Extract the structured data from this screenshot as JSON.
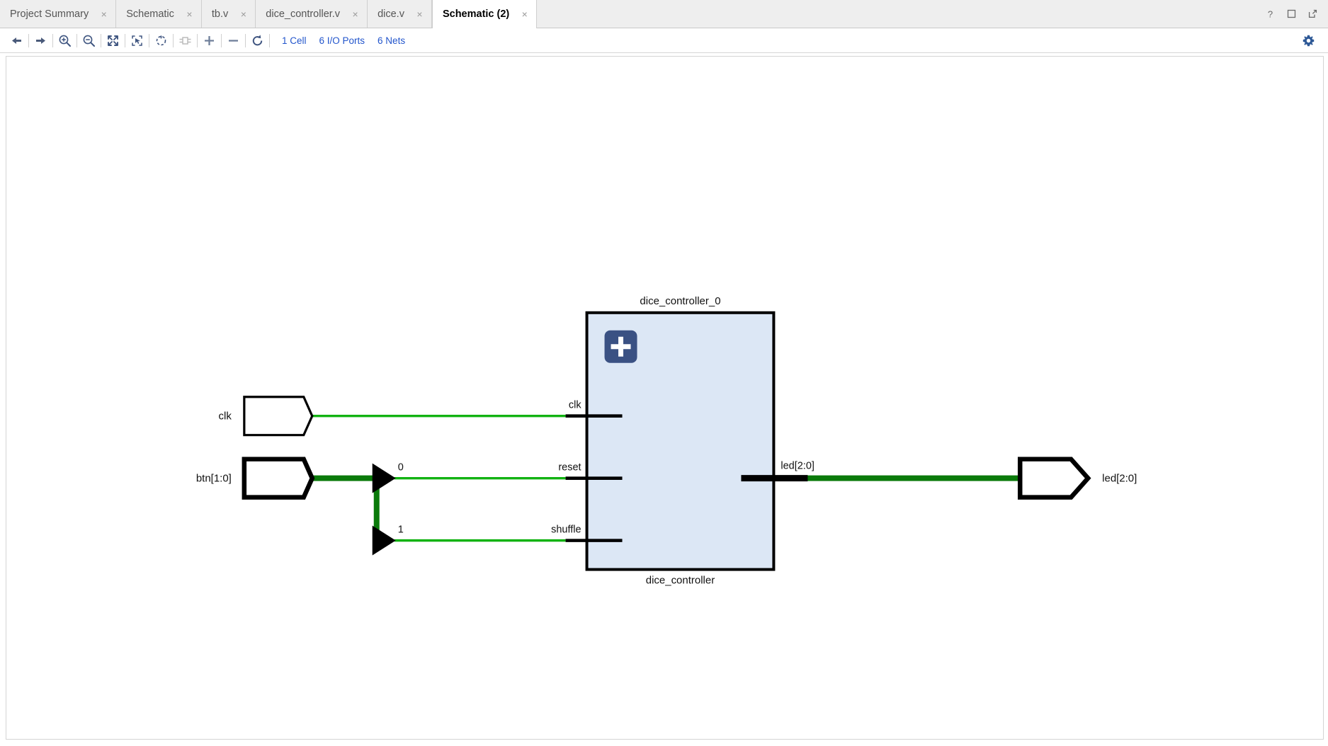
{
  "window": {
    "buttons": [
      {
        "name": "help-icon",
        "glyph": "?"
      },
      {
        "name": "maximize-icon",
        "glyph": "□"
      },
      {
        "name": "float-icon",
        "glyph": "⇱"
      }
    ]
  },
  "tabbar": {
    "tabs": [
      {
        "label": "Project Summary",
        "active": false,
        "close": "×"
      },
      {
        "label": "Schematic",
        "active": false,
        "close": "×"
      },
      {
        "label": "tb.v",
        "active": false,
        "close": "×"
      },
      {
        "label": "dice_controller.v",
        "active": false,
        "close": "×"
      },
      {
        "label": "dice.v",
        "active": false,
        "close": "×"
      },
      {
        "label": "Schematic (2)",
        "active": true,
        "close": "×"
      }
    ]
  },
  "toolbar": {
    "buttons": [
      {
        "name": "back-button",
        "icon": "arrow-left-icon",
        "enabled": true
      },
      {
        "name": "forward-button",
        "icon": "arrow-right-icon",
        "enabled": true
      },
      {
        "name": "zoom-in-button",
        "icon": "zoom-in-icon",
        "enabled": true
      },
      {
        "name": "zoom-out-button",
        "icon": "zoom-out-icon",
        "enabled": true
      },
      {
        "name": "zoom-fit-button",
        "icon": "zoom-fit-icon",
        "enabled": true
      },
      {
        "name": "zoom-area-button",
        "icon": "zoom-area-icon",
        "enabled": true
      },
      {
        "name": "regenerate-button",
        "icon": "refresh-circle-icon",
        "enabled": true
      },
      {
        "name": "expand-cell-button",
        "icon": "cell-icon",
        "enabled": false
      },
      {
        "name": "add-button",
        "icon": "plus-icon",
        "enabled": true
      },
      {
        "name": "remove-button",
        "icon": "minus-icon",
        "enabled": true
      },
      {
        "name": "reload-button",
        "icon": "reload-icon",
        "enabled": true
      }
    ],
    "stats": [
      {
        "label": "1 Cell",
        "name": "cells-link"
      },
      {
        "label": "6 I/O Ports",
        "name": "io-ports-link"
      },
      {
        "label": "6 Nets",
        "name": "nets-link"
      }
    ],
    "settings": {
      "label": "",
      "name": "settings-gear-icon"
    }
  },
  "schematic": {
    "cell": {
      "instance_name": "dice_controller_0",
      "module_name": "dice_controller",
      "expand_glyph": "+",
      "fill": "#dce7f5",
      "stroke": "#000000"
    },
    "input_ports": [
      {
        "label": "clk",
        "bus": false
      },
      {
        "label": "btn[1:0]",
        "bus": true
      }
    ],
    "output_ports": [
      {
        "label": "led[2:0]",
        "bus": true
      }
    ],
    "cell_pins_left": [
      {
        "label": "clk"
      },
      {
        "label": "reset"
      },
      {
        "label": "shuffle"
      }
    ],
    "cell_pins_right": [
      {
        "label": "led[2:0]"
      }
    ],
    "bit_taps": [
      {
        "label": "0"
      },
      {
        "label": "1"
      }
    ],
    "colors": {
      "net_thin": "#12b312",
      "net_bus": "#0a7a0a",
      "pin_black": "#000000"
    }
  }
}
